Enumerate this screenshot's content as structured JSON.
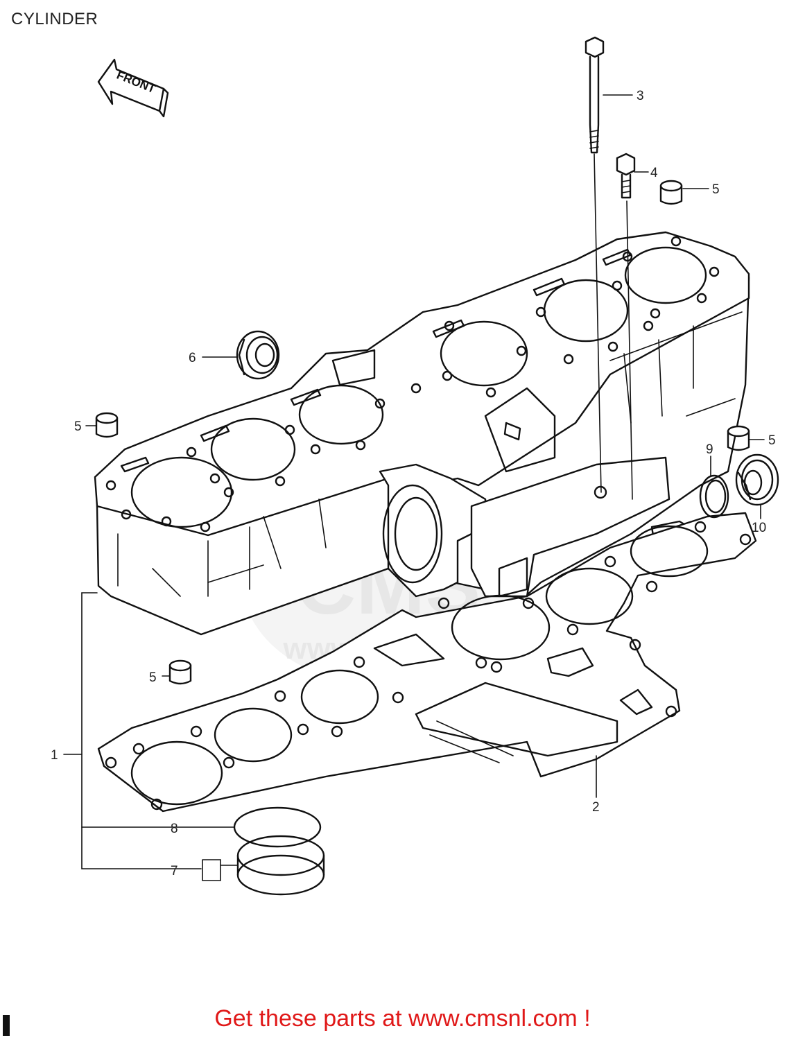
{
  "page": {
    "title": "CYLINDER",
    "footer_link": "Get these parts at www.cmsnl.com !"
  },
  "diagram": {
    "direction_arrow": "FRONT",
    "watermark_text": "www.cmsnl.com",
    "watermark_logo": "CMS",
    "callouts": [
      {
        "id": "1",
        "label": "1"
      },
      {
        "id": "2",
        "label": "2"
      },
      {
        "id": "3",
        "label": "3"
      },
      {
        "id": "4",
        "label": "4"
      },
      {
        "id": "5a",
        "label": "5"
      },
      {
        "id": "5b",
        "label": "5"
      },
      {
        "id": "5c",
        "label": "5"
      },
      {
        "id": "5d",
        "label": "5"
      },
      {
        "id": "6",
        "label": "6"
      },
      {
        "id": "7",
        "label": "7"
      },
      {
        "id": "8",
        "label": "8"
      },
      {
        "id": "9",
        "label": "9"
      },
      {
        "id": "10",
        "label": "10"
      }
    ]
  },
  "colors": {
    "line": "#111111",
    "footer": "#e01818",
    "watermark": "#e0e0e0"
  }
}
